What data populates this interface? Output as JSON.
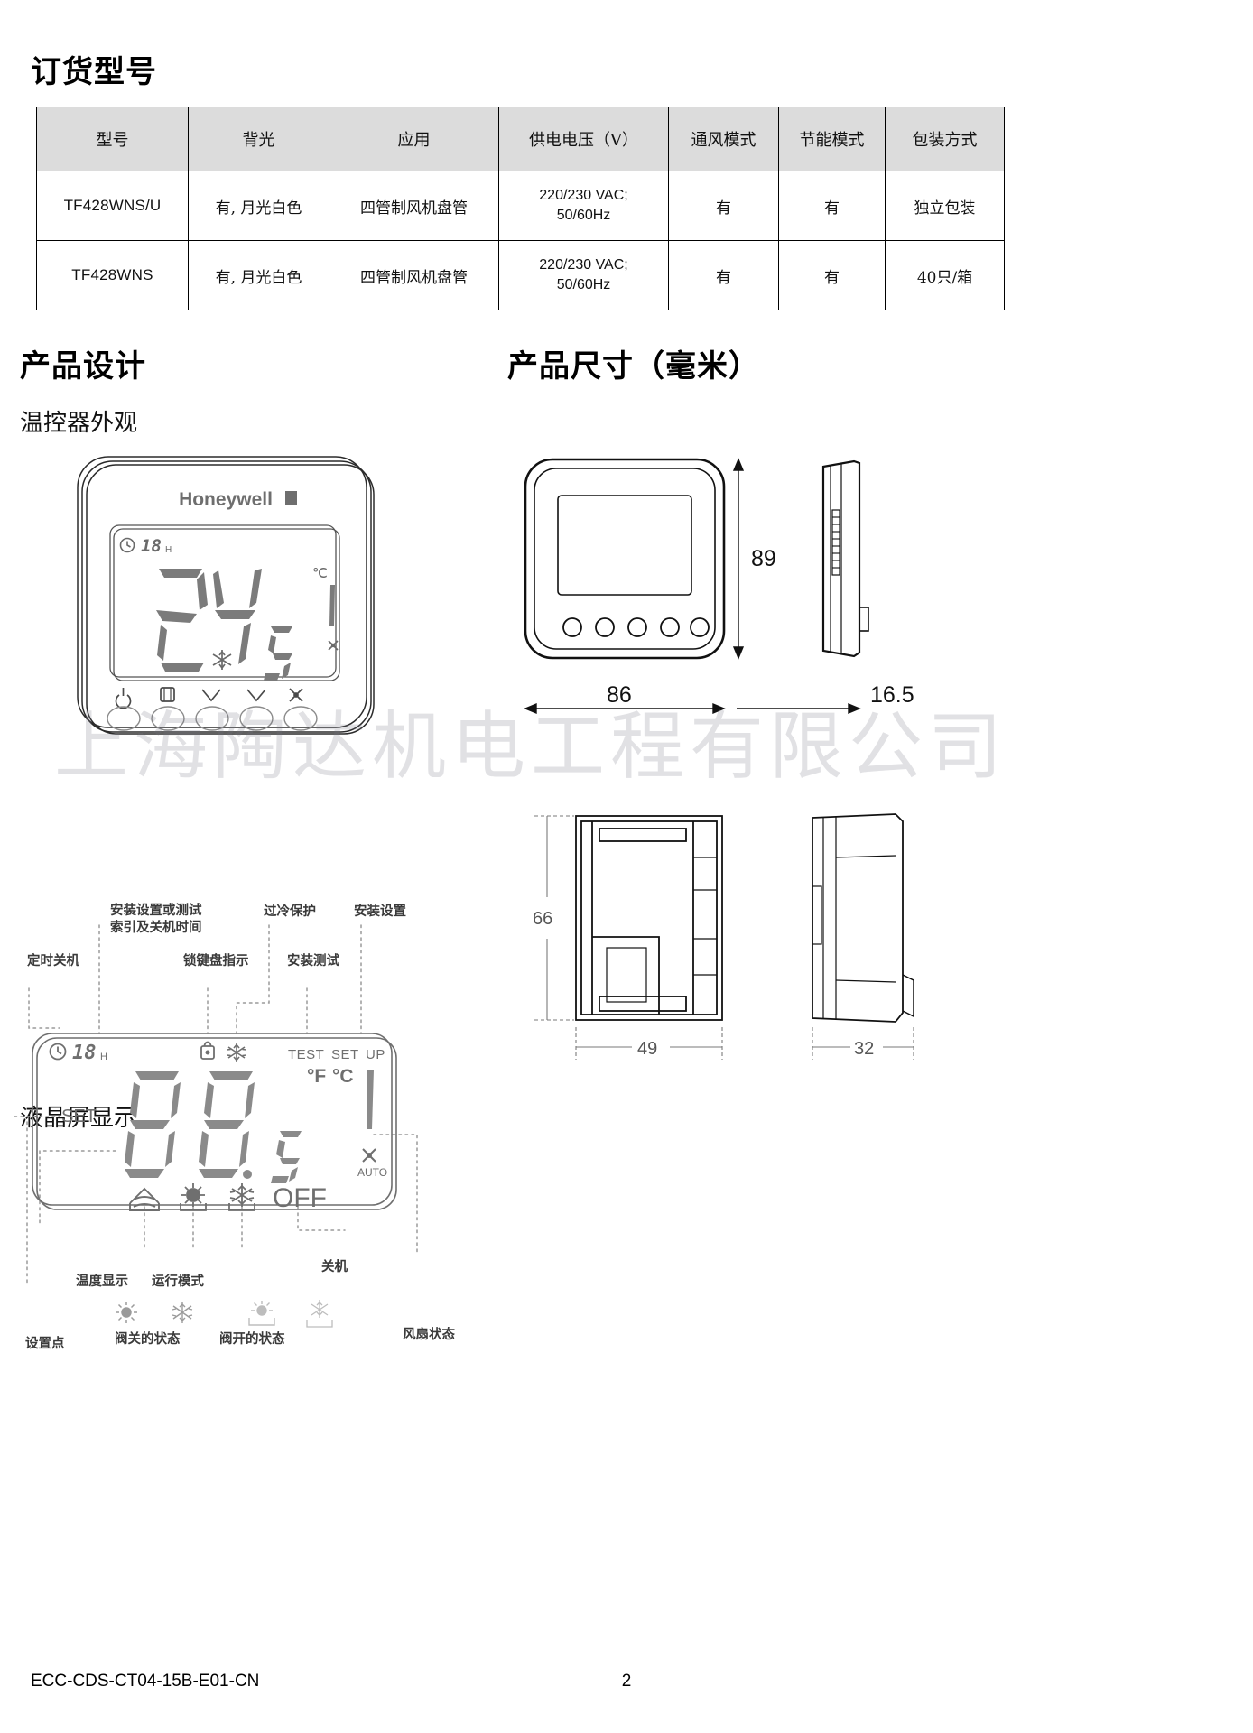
{
  "sections": {
    "ordering_title": "订货型号",
    "design_title": "产品设计",
    "dimensions_title": "产品尺寸（毫米）",
    "appearance_subtitle": "温控器外观",
    "lcd_subtitle": "液晶屏显示"
  },
  "order_table": {
    "headers": [
      "型号",
      "背光",
      "应用",
      "供电电压（V）",
      "通风模式",
      "节能模式",
      "包装方式"
    ],
    "rows": [
      {
        "model": "TF428WNS/U",
        "backlight": "有, 月光白色",
        "application": "四管制风机盘管",
        "voltage_line1": "220/230 VAC;",
        "voltage_line2": "50/60Hz",
        "vent_mode": "有",
        "eco_mode": "有",
        "packaging": "独立包装"
      },
      {
        "model": "TF428WNS",
        "backlight": "有, 月光白色",
        "application": "四管制风机盘管",
        "voltage_line1": "220/230 VAC;",
        "voltage_line2": "50/60Hz",
        "vent_mode": "有",
        "eco_mode": "有",
        "packaging": "40只/箱"
      }
    ]
  },
  "device": {
    "brand": "Honeywell",
    "timer_value": "18",
    "timer_unit": "H",
    "temp_main": "24",
    "temp_decimal": ".5",
    "unit": "℃",
    "mode_icon": "snowflake-icon",
    "buttons": [
      "power-icon",
      "mode-icon",
      "up-arrow-icon",
      "down-arrow-icon",
      "fan-icon"
    ]
  },
  "dimensions": {
    "height_mm": "89",
    "width_mm": "86",
    "depth_mm": "16.5",
    "back_height_mm": "66",
    "back_width_mm": "49",
    "back_depth_mm": "32"
  },
  "lcd": {
    "segments": {
      "clock_icon": "clock-icon",
      "timer_value": "18",
      "timer_unit": "H",
      "lock_icon": "lock-icon",
      "frost_icon": "snowflake-icon",
      "test_label": "TEST",
      "set_label_top": "SET",
      "up_label": "UP",
      "set_label_left": "SET",
      "digits": "88",
      "decimal": ".5",
      "unit_f": "°F",
      "unit_c": "°C",
      "fan_icon": "fan-blade-icon",
      "auto_label": "AUTO",
      "fan_only_icon": "fan-only-icon",
      "heat_icon": "sun-icon",
      "cool_icon": "snowflake-mode-icon",
      "off_label": "OFF"
    },
    "callouts": {
      "timer_off": "定时关机",
      "install_setting_or_test": "安装设置或测试",
      "index_and_off_time": "索引及关机时间",
      "keypad_lock": "锁键盘指示",
      "frost_protection": "过冷保护",
      "install_test": "安装测试",
      "install_setting": "安装设置",
      "setpoint_set": "SET",
      "temp_display": "温度显示",
      "run_mode": "运行模式",
      "power_off": "关机",
      "setpoint": "设置点",
      "valve_closed": "阀关的状态",
      "valve_open": "阀开的状态",
      "fan_status": "风扇状态"
    }
  },
  "watermark": "上海陶达机电工程有限公司",
  "footer": {
    "doc_code": "ECC-CDS-CT04-15B-E01-CN",
    "page_number": "2"
  }
}
